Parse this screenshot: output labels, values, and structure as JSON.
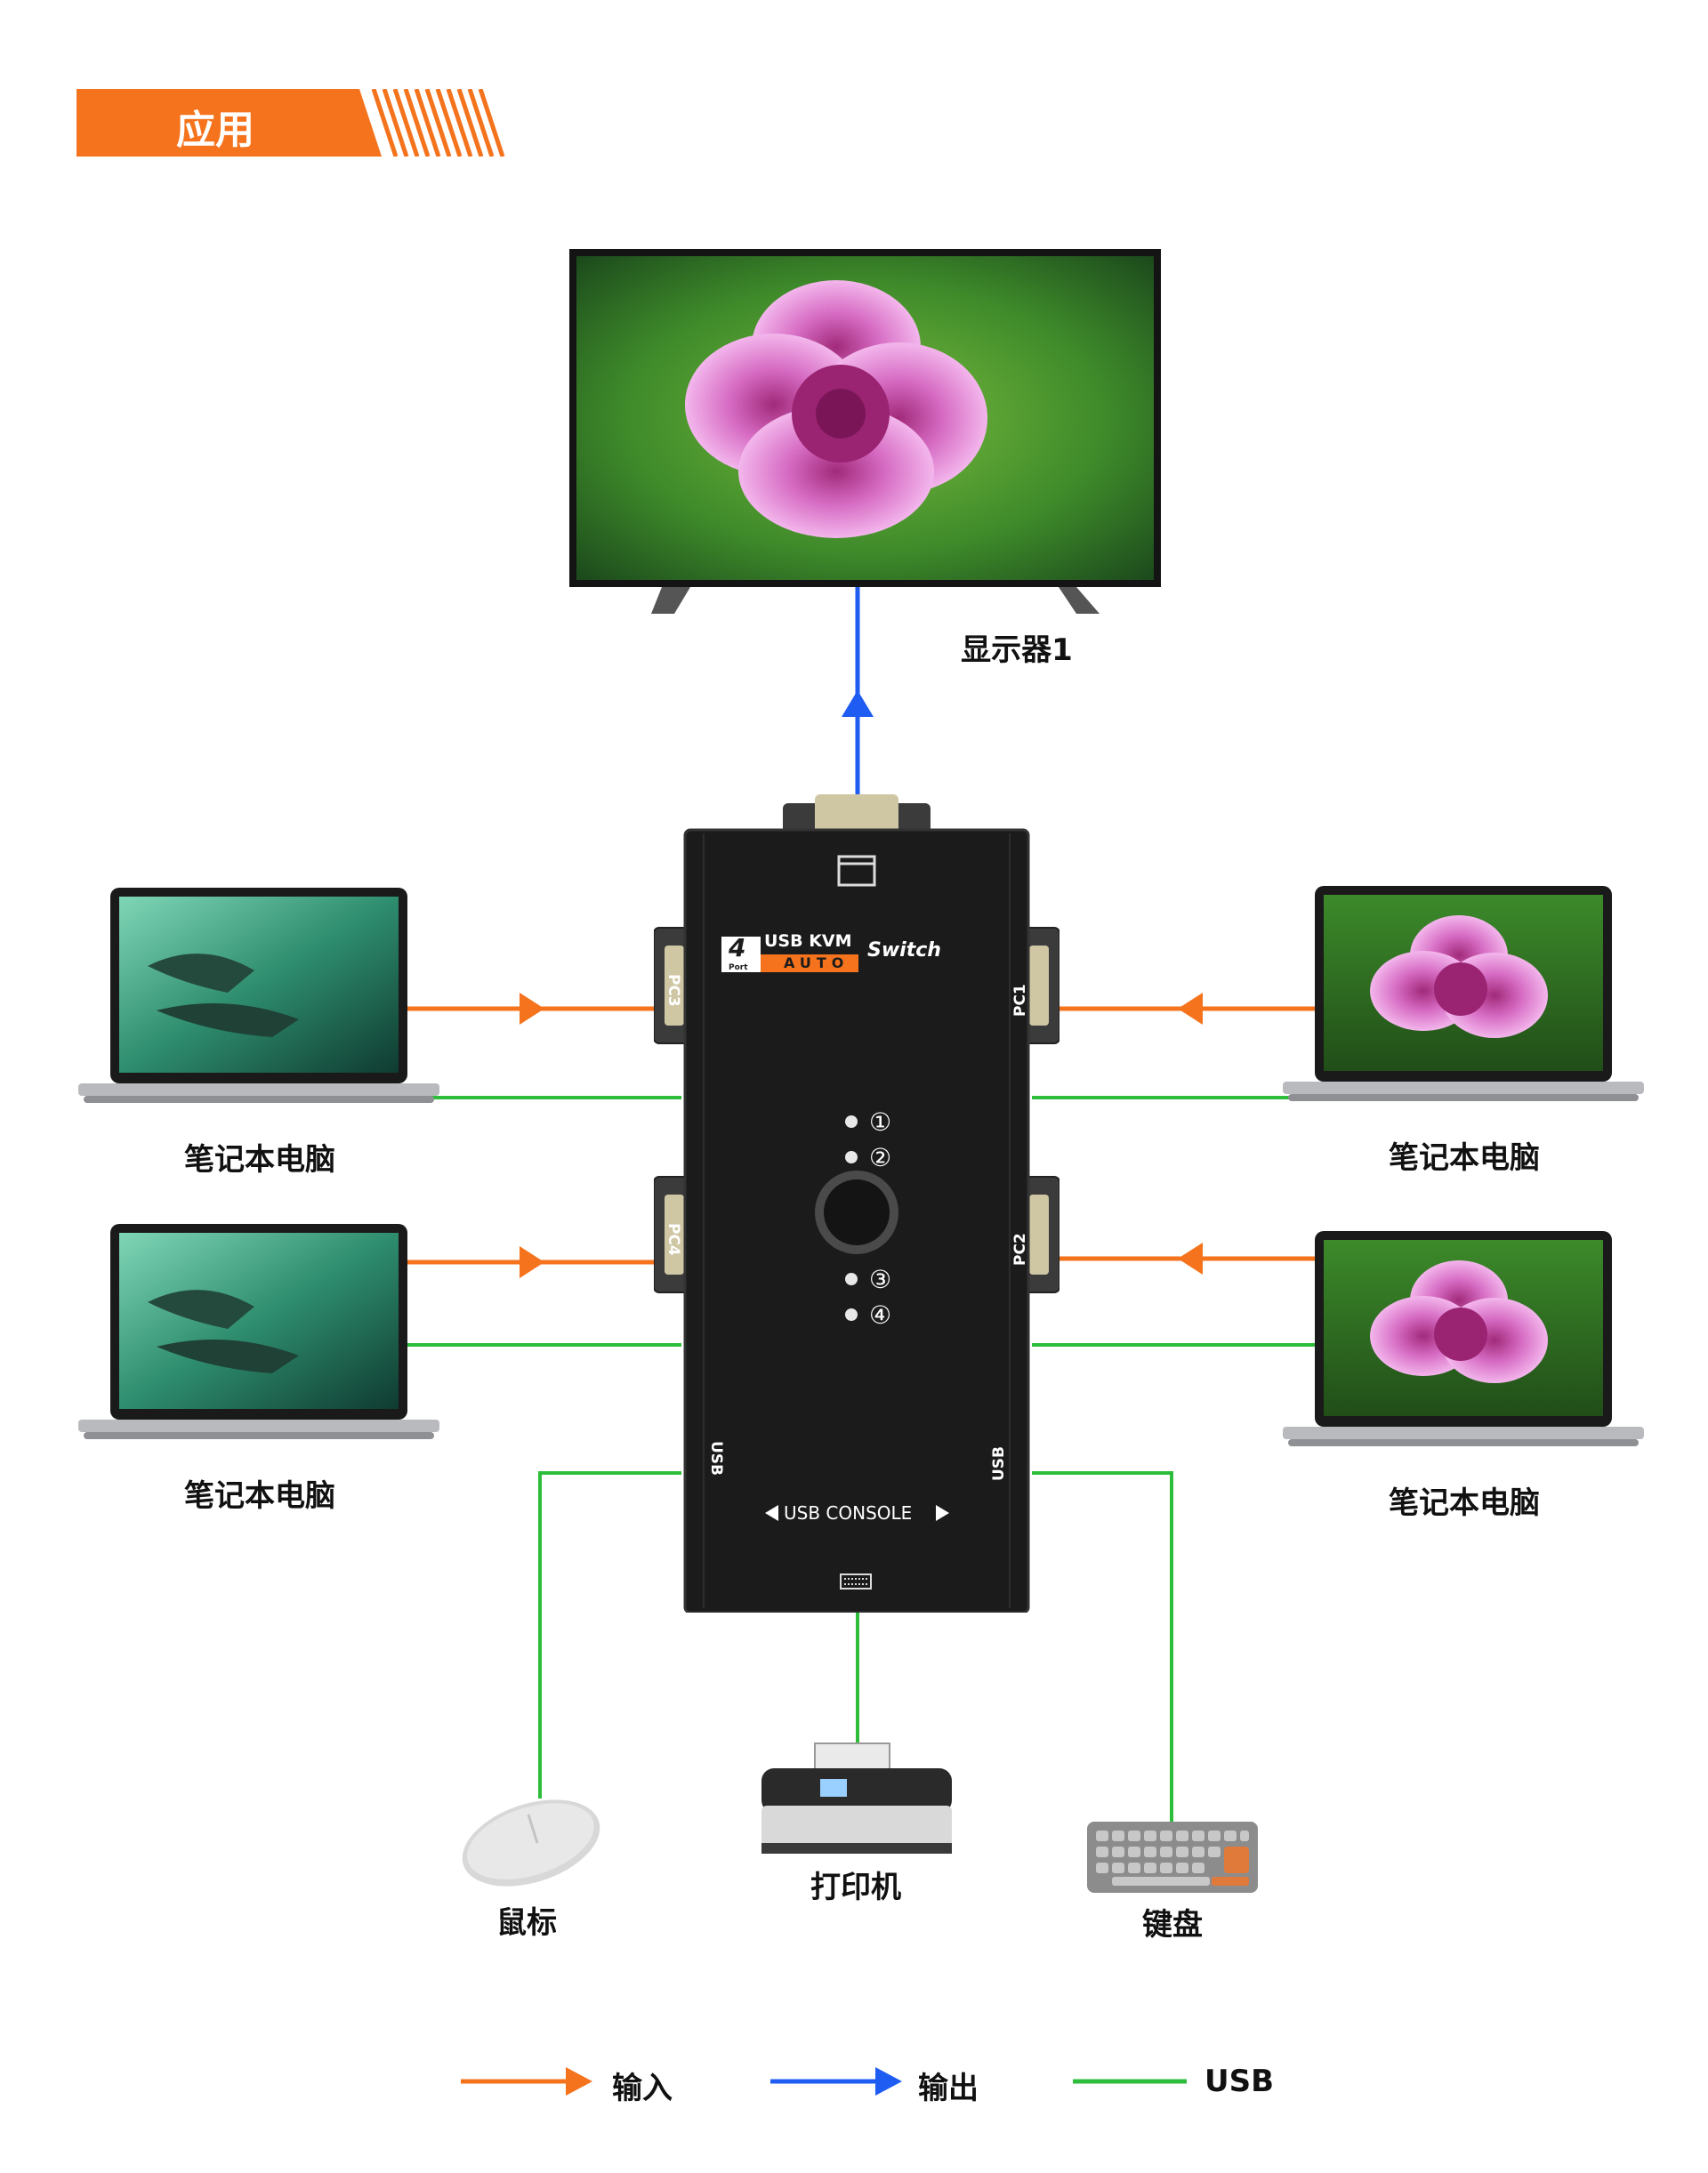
{
  "header": {
    "title": "应用",
    "bar_color": "#f4731c"
  },
  "display": {
    "label": "显示器1"
  },
  "kvm": {
    "brand_number": "4",
    "brand_port": "Port",
    "model_line1": "USB KVM",
    "model_line2": "AUTO",
    "switch_word": "Switch",
    "port_pc1": "PC1",
    "port_pc2": "PC2",
    "port_pc3": "PC3",
    "port_pc4": "PC4",
    "port_usb_left": "USB",
    "port_usb_right": "USB",
    "led_1": "①",
    "led_2": "②",
    "led_3": "③",
    "led_4": "④",
    "console": "USB CONSOLE"
  },
  "laptops": {
    "top_left": "笔记本电脑",
    "bottom_left": "笔记本电脑",
    "top_right": "笔记本电脑",
    "bottom_right": "笔记本电脑"
  },
  "peripherals": {
    "mouse": "鼠标",
    "printer": "打印机",
    "keyboard": "键盘"
  },
  "legend": {
    "input": {
      "label": "输入",
      "color": "#f4731c"
    },
    "output": {
      "label": "输出",
      "color": "#1f5cf2"
    },
    "usb": {
      "label": "USB",
      "color": "#2ebd3a"
    }
  }
}
